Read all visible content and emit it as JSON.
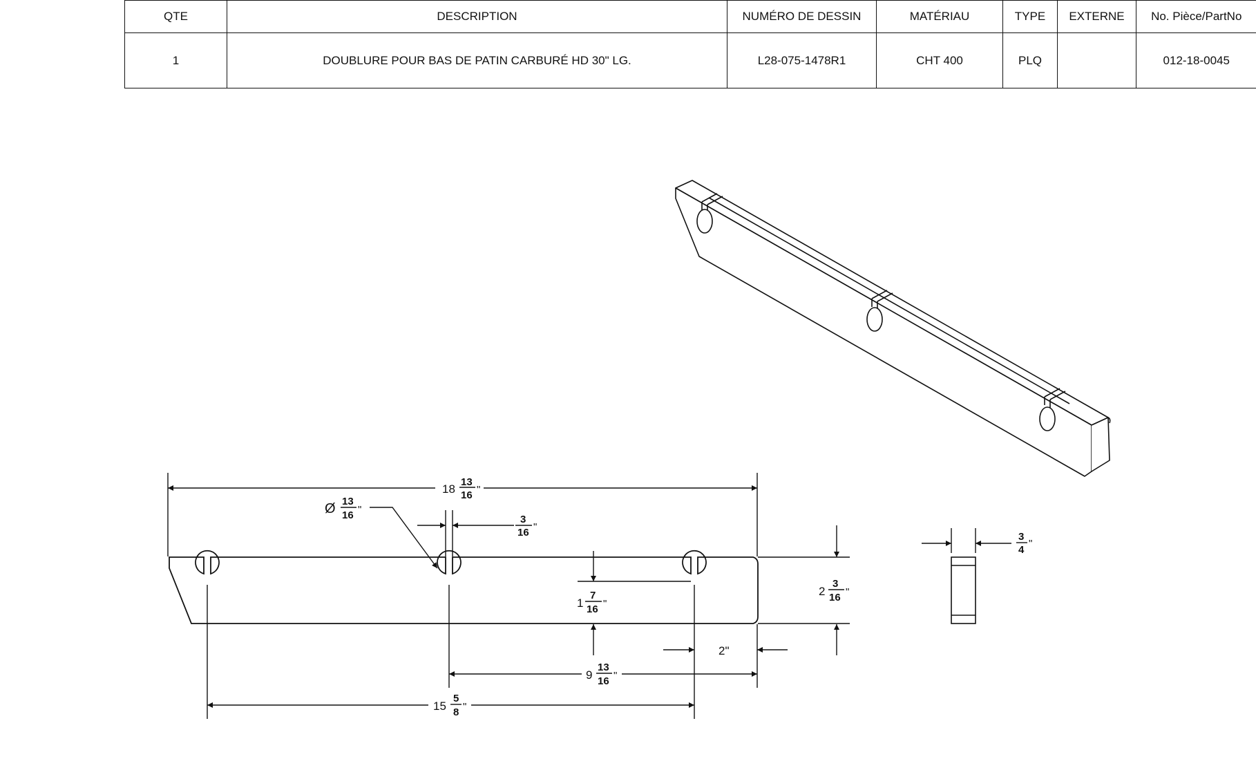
{
  "bom": {
    "headers": [
      "QTE",
      "DESCRIPTION",
      "NUMÉRO DE DESSIN",
      "MATÉRIAU",
      "TYPE",
      "EXTERNE",
      "No. Pièce/PartNo"
    ],
    "row": {
      "qte": "1",
      "description": "DOUBLURE POUR BAS DE PATIN CARBURÉ HD 30\" LG.",
      "drawing_number": "L28-075-1478R1",
      "material": "CHT 400",
      "type": "PLQ",
      "externe": "",
      "part_no": "012-18-0045"
    }
  },
  "dimensions": {
    "overall_length": {
      "whole": "18",
      "num": "13",
      "den": "16",
      "unit": "\""
    },
    "hole_diameter": {
      "prefix": "Ø",
      "num": "13",
      "den": "16",
      "unit": "\""
    },
    "slot_width": {
      "num": "3",
      "den": "16",
      "unit": "\""
    },
    "hole_depth": {
      "whole": "1",
      "num": "7",
      "den": "16",
      "unit": "\""
    },
    "height": {
      "whole": "2",
      "num": "3",
      "den": "16",
      "unit": "\""
    },
    "end_offset": {
      "label": "2\""
    },
    "hole_spacing": {
      "whole": "9",
      "num": "13",
      "den": "16",
      "unit": "\""
    },
    "outer_hole_spacing": {
      "whole": "15",
      "num": "5",
      "den": "8",
      "unit": "\""
    },
    "thickness": {
      "num": "3",
      "den": "4",
      "unit": "\""
    }
  },
  "colors": {
    "ink": "#111111",
    "background": "#ffffff"
  }
}
